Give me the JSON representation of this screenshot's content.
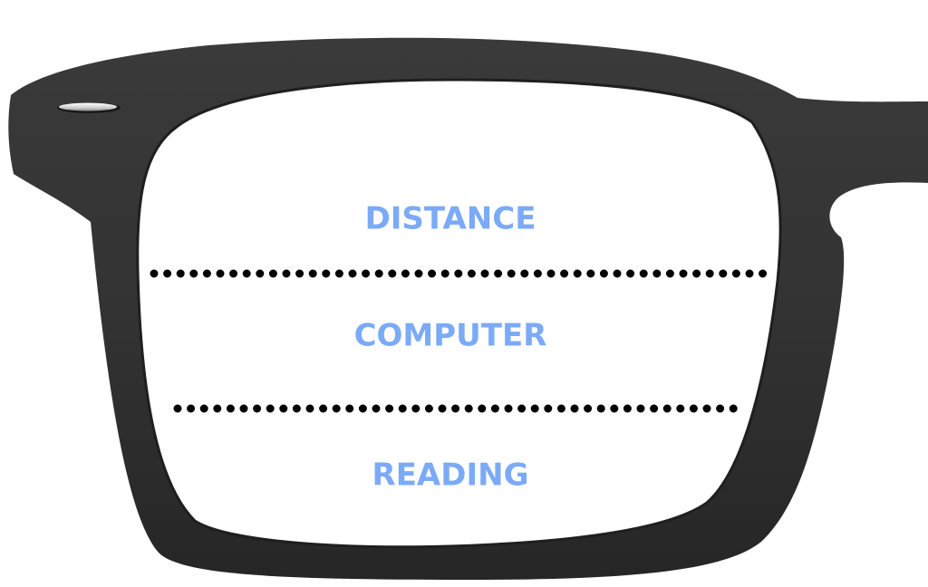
{
  "lens_zones": [
    {
      "label": "DISTANCE"
    },
    {
      "label": "COMPUTER"
    },
    {
      "label": "READING"
    }
  ],
  "colors": {
    "label": "#7BAAF7",
    "frame": "#323232",
    "frame_shadow": "#1e1e1e",
    "lens": "#ffffff",
    "divider": "#000000",
    "rivet": "#d9d9d9"
  }
}
